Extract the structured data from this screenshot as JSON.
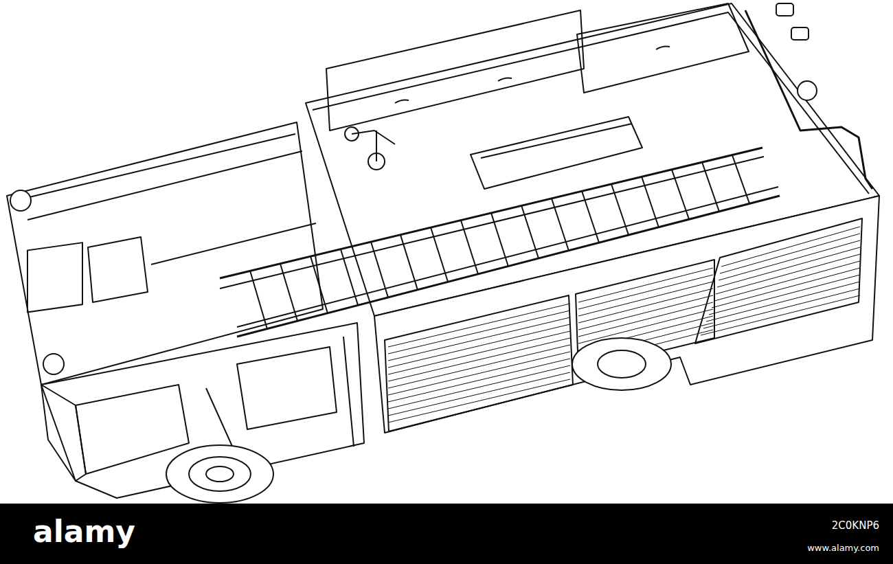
{
  "diagram": {
    "labels": [
      "alamy",
      "2C0KNP6",
      "www.alamy.com"
    ]
  }
}
